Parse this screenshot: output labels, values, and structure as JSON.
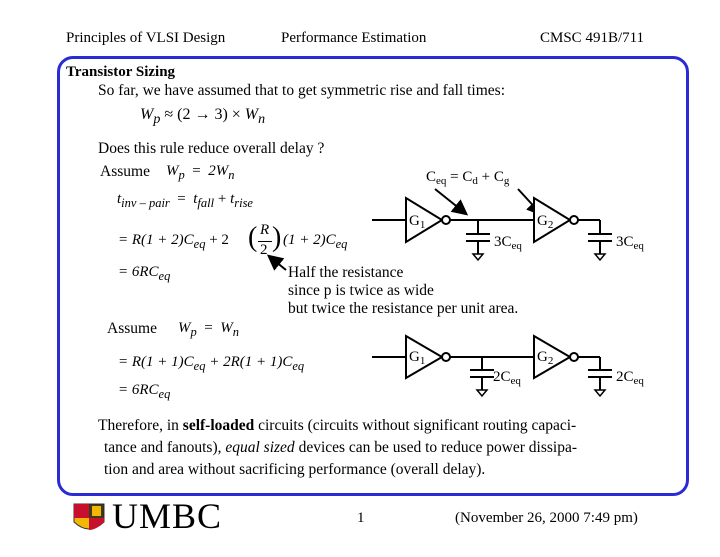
{
  "header": {
    "left": "Principles of VLSI Design",
    "center": "Performance Estimation",
    "right": "CMSC 491B/711"
  },
  "slide": {
    "title": "Transistor Sizing",
    "intro": "So far, we have assumed that to get symmetric rise and fall times:",
    "rule": {
      "lhs": "W",
      "lhs_sub": "p",
      "mid": "≈ (2 → 3) ×",
      "rhs": "W",
      "rhs_sub": "n"
    },
    "question": "Does this rule reduce overall delay ?",
    "case1": {
      "assume_label": "Assume",
      "assume": {
        "lhs": "W",
        "lhs_sub": "p",
        "rel": "=",
        "rhs": "2W",
        "rhs_sub": "n"
      },
      "tpair": {
        "t1": "t",
        "t1_sub": "inv – pair",
        "eq": "=",
        "t2": "t",
        "t2_sub": "fall",
        "plus": "+",
        "t3": "t",
        "t3_sub": "rise"
      },
      "line1": "=  R(1 + 2)C",
      "line1_sub": "eq",
      "line1_plus": "+ 2",
      "frac_num": "R",
      "frac_den": "2",
      "line1_tail": "(1 + 2)C",
      "line1_tail_sub": "eq",
      "line2": "=  6RC",
      "line2_sub": "eq",
      "note": [
        "Half the resistance",
        "since p is twice as wide",
        "but twice the resistance per unit area."
      ]
    },
    "case2": {
      "assume_label": "Assume",
      "assume": {
        "lhs": "W",
        "lhs_sub": "p",
        "rel": "=",
        "rhs": "W",
        "rhs_sub": "n"
      },
      "line1": "=   R(1 + 1)C",
      "line1_sub": "eq",
      "line1_tail": "+ 2R(1 + 1)C",
      "line1_tail_sub": "eq",
      "line2": "=  6RC",
      "line2_sub": "eq"
    },
    "ceq_label": {
      "a": "C",
      "a_sub": "eq",
      "mid": " = C",
      "b_sub": "d",
      "plus": " + C",
      "c_sub": "g"
    },
    "circuit1": {
      "g1": "G",
      "g1_sub": "1",
      "g2": "G",
      "g2_sub": "2",
      "cap1": "3C",
      "cap1_sub": "eq",
      "cap2": "3C",
      "cap2_sub": "eq"
    },
    "circuit2": {
      "g1": "G",
      "g1_sub": "1",
      "g2": "G",
      "g2_sub": "2",
      "cap1": "2C",
      "cap1_sub": "eq",
      "cap2": "2C",
      "cap2_sub": "eq"
    },
    "conclusion": {
      "p1": "Therefore, in ",
      "b1": "self-loaded",
      "p2": " circuits (circuits without significant routing capaci-",
      "line2a": "tance and fanouts), ",
      "i1": "equal sized",
      "line2b": " devices can be used to reduce power dissipa-",
      "line3": "tion and area without sacrificing performance (overall delay)."
    }
  },
  "footer": {
    "logo_text": "UMBC",
    "page": "1",
    "date": "(November 26, 2000 7:49 pm)"
  },
  "colors": {
    "frame": "#2b2bd6",
    "flag_red": "#c8102e",
    "flag_gold": "#f2b705"
  }
}
